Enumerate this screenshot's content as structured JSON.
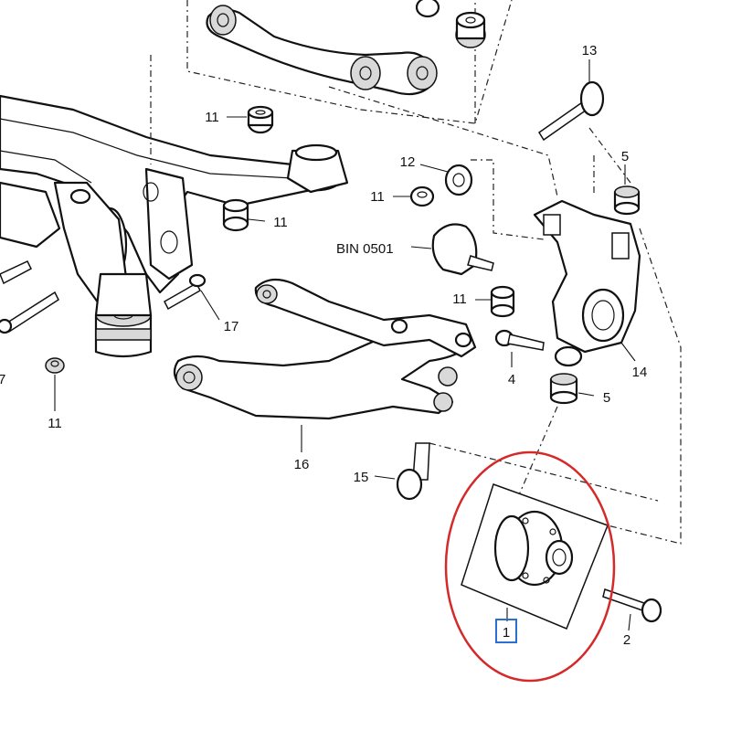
{
  "diagram": {
    "colors": {
      "highlight_ellipse": "#d42a2a",
      "highlight_box": "#2a6fd1",
      "line": "#111111"
    },
    "callouts": {
      "c1": "1",
      "c2": "2",
      "c4": "4",
      "c5a": "5",
      "c5b": "5",
      "c11a": "11",
      "c11b": "11",
      "c11c": "11",
      "c11d": "11",
      "c11e": "11",
      "c12": "12",
      "c13": "13",
      "c14": "14",
      "c15": "15",
      "c16": "16",
      "c17": "17",
      "c7": "7",
      "bin": "BIN 0501"
    }
  }
}
